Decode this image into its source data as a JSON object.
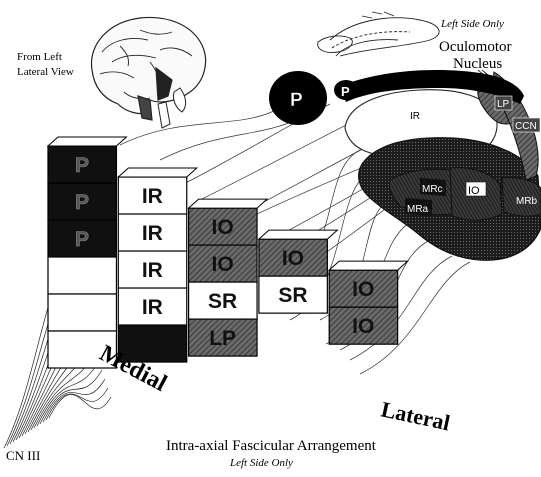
{
  "labels": {
    "from_view": [
      "From Left",
      "Lateral View"
    ],
    "left_side_only_top": "Left Side Only",
    "nucleus": [
      "Oculomotor",
      "Nucleus"
    ],
    "medial": "Medial",
    "lateral": "Lateral",
    "caption": "Intra-axial Fascicular Arrangement",
    "caption_sub": "Left Side Only",
    "cn": "CN III"
  },
  "nucleus_parts": {
    "p_large": "P",
    "p_small": "P",
    "ir": "IR",
    "lp": "LP",
    "ccn": "CCN",
    "mrc": "MRc",
    "mra": "MRa",
    "io": "IO",
    "mrb": "MRb"
  },
  "fascicle_columns": [
    {
      "cells": [
        {
          "label": "P",
          "shade": "dark"
        },
        {
          "label": "P",
          "shade": "dark"
        },
        {
          "label": "P",
          "shade": "dark"
        },
        {
          "label": "",
          "shade": "white"
        },
        {
          "label": "",
          "shade": "white"
        },
        {
          "label": "",
          "shade": "white"
        }
      ]
    },
    {
      "cells": [
        {
          "label": "IR",
          "shade": "white"
        },
        {
          "label": "IR",
          "shade": "white"
        },
        {
          "label": "IR",
          "shade": "white"
        },
        {
          "label": "IR",
          "shade": "white"
        },
        {
          "label": "",
          "shade": "dark"
        }
      ]
    },
    {
      "cells": [
        {
          "label": "IO",
          "shade": "gray"
        },
        {
          "label": "IO",
          "shade": "gray"
        },
        {
          "label": "SR",
          "shade": "white"
        },
        {
          "label": "LP",
          "shade": "gray"
        }
      ]
    },
    {
      "cells": [
        {
          "label": "IO",
          "shade": "gray"
        },
        {
          "label": "SR",
          "shade": "white"
        }
      ]
    },
    {
      "cells": [
        {
          "label": "IO",
          "shade": "gray"
        },
        {
          "label": "IO",
          "shade": "gray"
        }
      ]
    }
  ]
}
